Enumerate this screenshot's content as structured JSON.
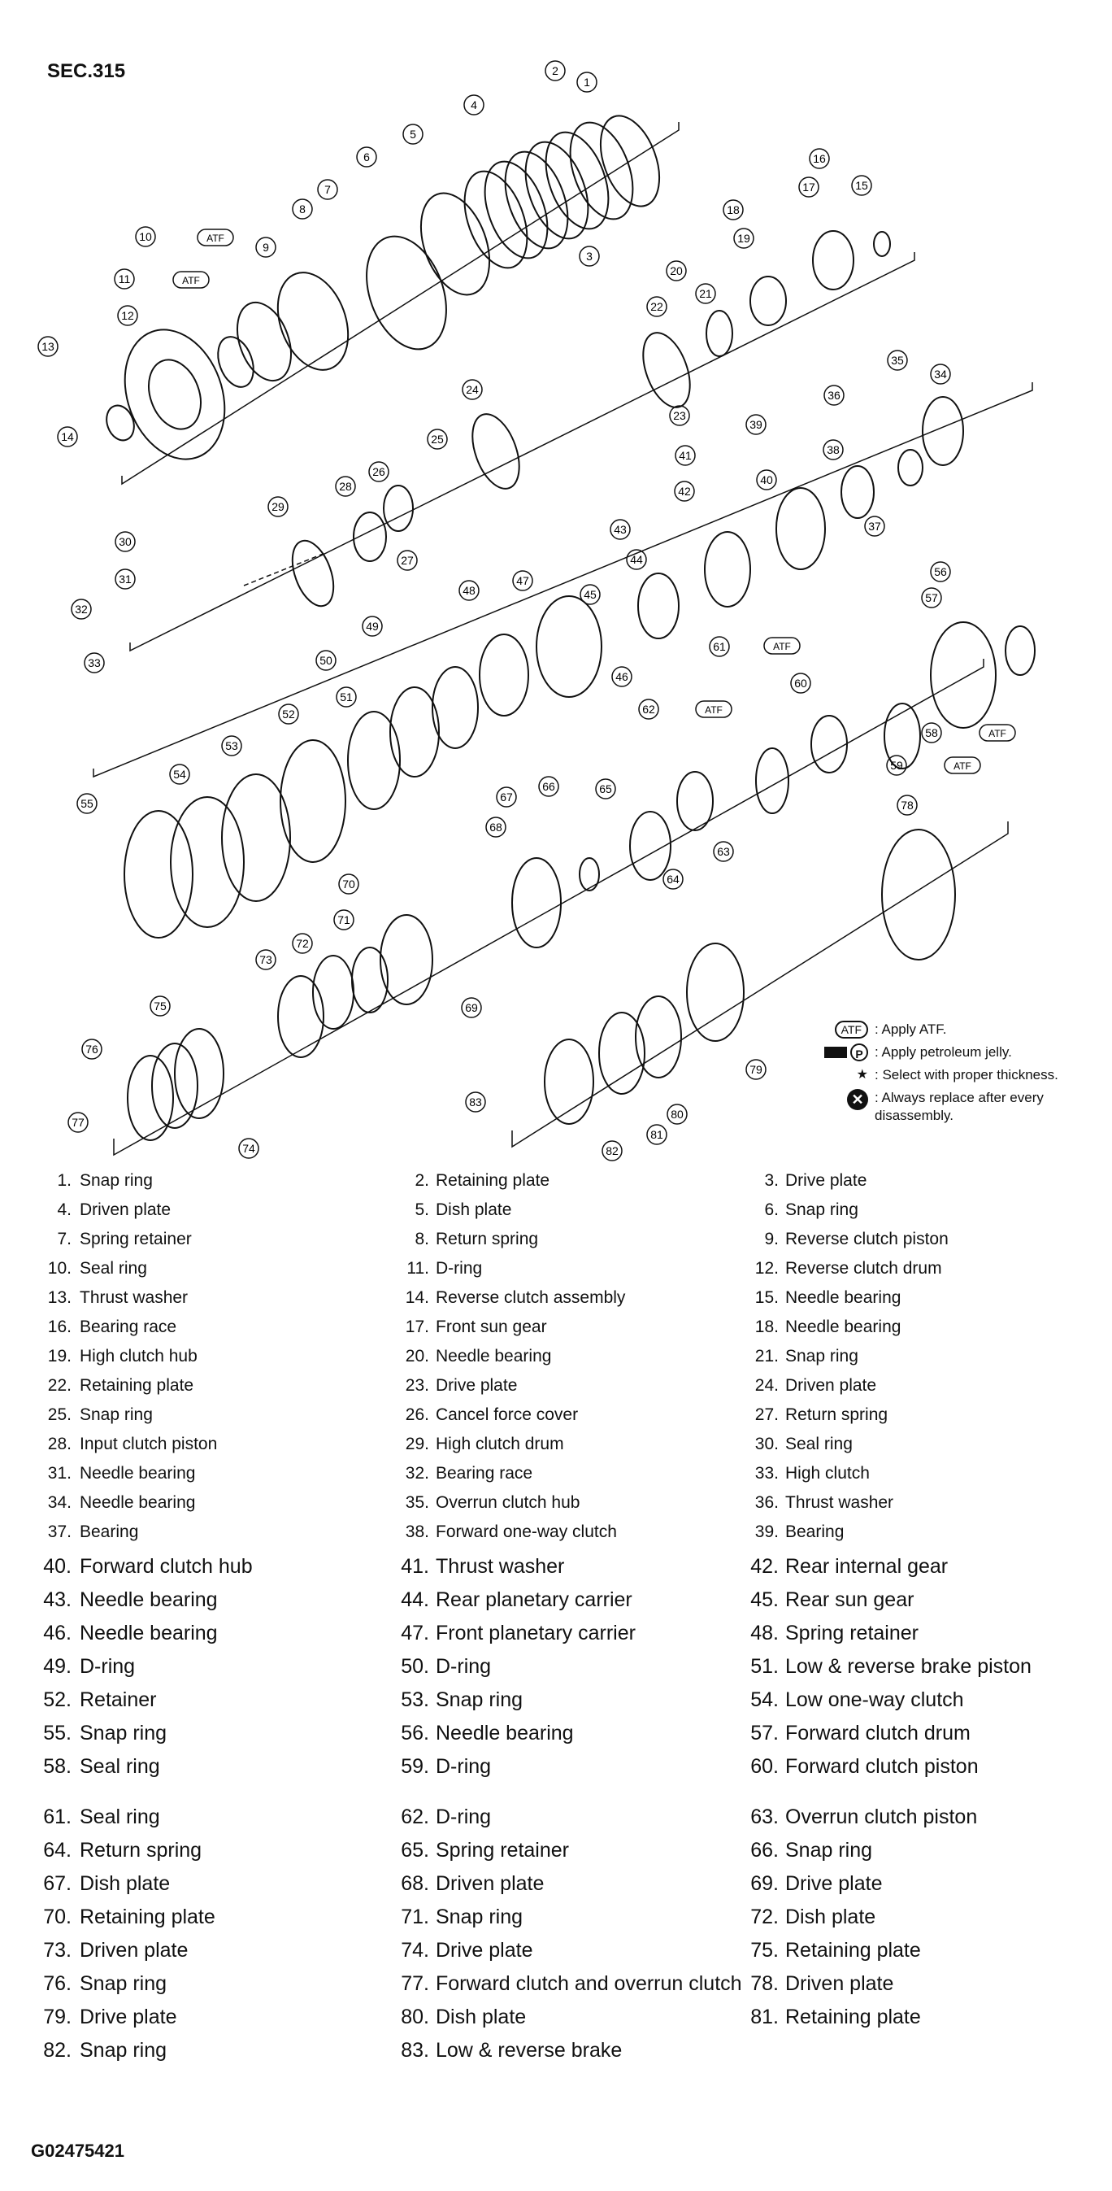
{
  "section": "SEC.315",
  "figure_code": "G02475421",
  "legend": [
    {
      "symbol": "ATF",
      "text": ": Apply ATF."
    },
    {
      "symbol": "P",
      "text": ": Apply petroleum jelly."
    },
    {
      "symbol": "★",
      "text": ": Select with proper thickness."
    },
    {
      "symbol": "",
      "text": ": Always replace after every disassembly."
    }
  ],
  "callouts": [
    "1",
    "2",
    "3",
    "4",
    "5",
    "6",
    "7",
    "8",
    "9",
    "10",
    "11",
    "12",
    "13",
    "14",
    "15",
    "16",
    "17",
    "18",
    "19",
    "20",
    "21",
    "22",
    "23",
    "24",
    "25",
    "26",
    "27",
    "28",
    "29",
    "30",
    "31",
    "32",
    "33",
    "34",
    "35",
    "36",
    "37",
    "38",
    "39",
    "40",
    "41",
    "42",
    "43",
    "44",
    "45",
    "46",
    "47",
    "48",
    "49",
    "50",
    "51",
    "52",
    "53",
    "54",
    "55",
    "56",
    "57",
    "58",
    "59",
    "60",
    "61",
    "62",
    "63",
    "64",
    "65",
    "66",
    "67",
    "68",
    "69",
    "70",
    "71",
    "72",
    "73",
    "74",
    "75",
    "76",
    "77",
    "78",
    "79",
    "80",
    "81",
    "82",
    "83"
  ],
  "atf_label": "ATF",
  "p_label": "P",
  "parts": [
    {
      "num": "1.",
      "name": "Snap ring"
    },
    {
      "num": "2.",
      "name": "Retaining plate"
    },
    {
      "num": "3.",
      "name": "Drive plate"
    },
    {
      "num": "4.",
      "name": "Driven plate"
    },
    {
      "num": "5.",
      "name": "Dish plate"
    },
    {
      "num": "6.",
      "name": "Snap ring"
    },
    {
      "num": "7.",
      "name": "Spring retainer"
    },
    {
      "num": "8.",
      "name": "Return spring"
    },
    {
      "num": "9.",
      "name": "Reverse clutch piston"
    },
    {
      "num": "10.",
      "name": "Seal ring"
    },
    {
      "num": "11.",
      "name": "D-ring"
    },
    {
      "num": "12.",
      "name": "Reverse clutch drum"
    },
    {
      "num": "13.",
      "name": "Thrust washer"
    },
    {
      "num": "14.",
      "name": "Reverse clutch assembly"
    },
    {
      "num": "15.",
      "name": "Needle bearing"
    },
    {
      "num": "16.",
      "name": "Bearing race"
    },
    {
      "num": "17.",
      "name": "Front sun gear"
    },
    {
      "num": "18.",
      "name": "Needle bearing"
    },
    {
      "num": "19.",
      "name": "High clutch hub"
    },
    {
      "num": "20.",
      "name": "Needle bearing"
    },
    {
      "num": "21.",
      "name": "Snap ring"
    },
    {
      "num": "22.",
      "name": "Retaining plate"
    },
    {
      "num": "23.",
      "name": "Drive plate"
    },
    {
      "num": "24.",
      "name": "Driven plate"
    },
    {
      "num": "25.",
      "name": "Snap ring"
    },
    {
      "num": "26.",
      "name": "Cancel force cover"
    },
    {
      "num": "27.",
      "name": "Return spring"
    },
    {
      "num": "28.",
      "name": "Input clutch piston"
    },
    {
      "num": "29.",
      "name": "High clutch drum"
    },
    {
      "num": "30.",
      "name": "Seal ring"
    },
    {
      "num": "31.",
      "name": "Needle bearing"
    },
    {
      "num": "32.",
      "name": "Bearing race"
    },
    {
      "num": "33.",
      "name": "High clutch"
    },
    {
      "num": "34.",
      "name": "Needle bearing"
    },
    {
      "num": "35.",
      "name": "Overrun clutch hub"
    },
    {
      "num": "36.",
      "name": "Thrust washer"
    },
    {
      "num": "37.",
      "name": "Bearing"
    },
    {
      "num": "38.",
      "name": "Forward one-way clutch"
    },
    {
      "num": "39.",
      "name": "Bearing"
    },
    {
      "num": "40.",
      "name": "Forward clutch hub"
    },
    {
      "num": "41.",
      "name": "Thrust washer"
    },
    {
      "num": "42.",
      "name": "Rear internal gear"
    },
    {
      "num": "43.",
      "name": "Needle bearing"
    },
    {
      "num": "44.",
      "name": "Rear planetary carrier"
    },
    {
      "num": "45.",
      "name": "Rear sun gear"
    },
    {
      "num": "46.",
      "name": "Needle bearing"
    },
    {
      "num": "47.",
      "name": "Front planetary carrier"
    },
    {
      "num": "48.",
      "name": "Spring retainer"
    },
    {
      "num": "49.",
      "name": "D-ring"
    },
    {
      "num": "50.",
      "name": "D-ring"
    },
    {
      "num": "51.",
      "name": "Low & reverse brake piston"
    },
    {
      "num": "52.",
      "name": "Retainer"
    },
    {
      "num": "53.",
      "name": "Snap ring"
    },
    {
      "num": "54.",
      "name": "Low one-way clutch"
    },
    {
      "num": "55.",
      "name": "Snap ring"
    },
    {
      "num": "56.",
      "name": "Needle bearing"
    },
    {
      "num": "57.",
      "name": "Forward clutch drum"
    },
    {
      "num": "58.",
      "name": "Seal ring"
    },
    {
      "num": "59.",
      "name": "D-ring"
    },
    {
      "num": "60.",
      "name": "Forward clutch piston"
    },
    {
      "num": "61.",
      "name": "Seal ring"
    },
    {
      "num": "62.",
      "name": "D-ring"
    },
    {
      "num": "63.",
      "name": "Overrun clutch piston"
    },
    {
      "num": "64.",
      "name": "Return spring"
    },
    {
      "num": "65.",
      "name": "Spring retainer"
    },
    {
      "num": "66.",
      "name": "Snap ring"
    },
    {
      "num": "67.",
      "name": "Dish plate"
    },
    {
      "num": "68.",
      "name": "Driven plate"
    },
    {
      "num": "69.",
      "name": "Drive plate"
    },
    {
      "num": "70.",
      "name": "Retaining plate"
    },
    {
      "num": "71.",
      "name": "Snap ring"
    },
    {
      "num": "72.",
      "name": "Dish plate"
    },
    {
      "num": "73.",
      "name": "Driven plate"
    },
    {
      "num": "74.",
      "name": "Drive plate"
    },
    {
      "num": "75.",
      "name": "Retaining plate"
    },
    {
      "num": "76.",
      "name": "Snap ring"
    },
    {
      "num": "77.",
      "name": "Forward clutch and overrun clutch"
    },
    {
      "num": "78.",
      "name": "Driven plate"
    },
    {
      "num": "79.",
      "name": "Drive plate"
    },
    {
      "num": "80.",
      "name": "Dish plate"
    },
    {
      "num": "81.",
      "name": "Retaining plate"
    },
    {
      "num": "82.",
      "name": "Snap ring"
    },
    {
      "num": "83.",
      "name": "Low & reverse brake"
    }
  ]
}
